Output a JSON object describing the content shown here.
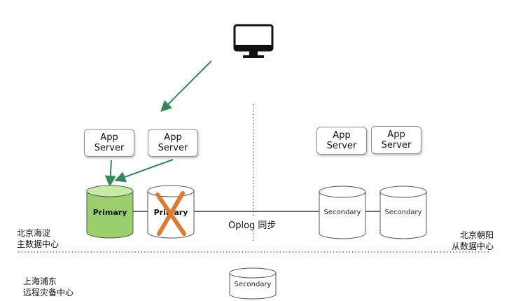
{
  "app_servers": [
    {
      "line1": "App",
      "line2": "Server"
    },
    {
      "line1": "App",
      "line2": "Server"
    },
    {
      "line1": "App",
      "line2": "Server"
    },
    {
      "line1": "App",
      "line2": "Server"
    }
  ],
  "nodes": {
    "primary_active": "Primary",
    "primary_failed": "Primary",
    "secondary_1": "Secondary",
    "secondary_2": "Secondary",
    "secondary_dr": "Secondary"
  },
  "oplog_label": "Oplog 同步",
  "regions": {
    "haidian_line1": "北京海淀",
    "haidian_line2": "主数据中心",
    "chaoyang_line1": "北京朝阳",
    "chaoyang_line2": "从数据中心",
    "pudong_line1": "上海浦东",
    "pudong_line2": "远程灾备中心"
  },
  "icons": [
    "monitor-icon",
    "failed-x-icon"
  ],
  "colors": {
    "primary_fill": "#9bcf6b",
    "arrow": "#2e8b57",
    "failed_mark": "#e07a2d",
    "divider": "#4a4a8a"
  }
}
